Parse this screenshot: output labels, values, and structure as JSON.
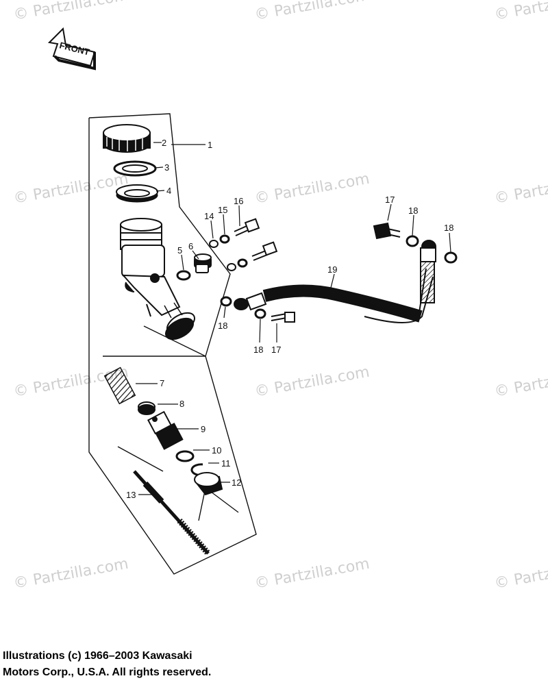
{
  "watermark_text": "© Partzilla.com",
  "front_label": "FRONT",
  "callouts": {
    "c1": "1",
    "c2": "2",
    "c3": "3",
    "c4": "4",
    "c5": "5",
    "c6": "6",
    "c7": "7",
    "c8": "8",
    "c9": "9",
    "c10": "10",
    "c11": "11",
    "c12": "12",
    "c13": "13",
    "c14": "14",
    "c15": "15",
    "c16": "16",
    "c17a": "17",
    "c17b": "17",
    "c18a": "18",
    "c18b": "18",
    "c18c": "18",
    "c18d": "18",
    "c19": "19"
  },
  "copyright": {
    "line1": "Illustrations (c) 1966–2003 Kawasaki",
    "line2": "Motors Corp., U.S.A.  All rights reserved."
  },
  "colors": {
    "ink": "#111111",
    "watermark": "#cfcfcf",
    "background": "#ffffff"
  }
}
